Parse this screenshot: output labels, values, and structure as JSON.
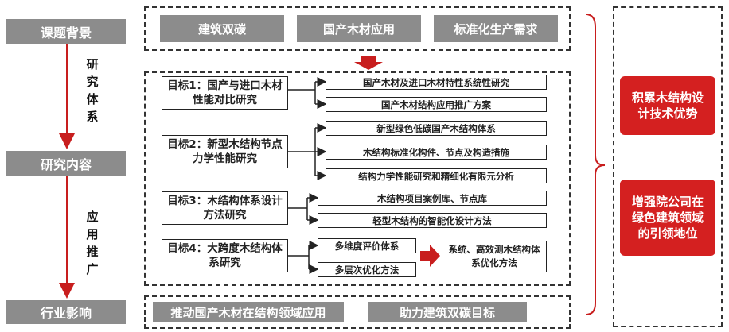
{
  "stages": {
    "background": "课题背景",
    "content": "研究内容",
    "impact": "行业影响"
  },
  "vertical_labels": {
    "system": "研究体系",
    "application": "应用推广"
  },
  "background_items": [
    "建筑双碳",
    "国产木材应用",
    "标准化生产需求"
  ],
  "goals": [
    {
      "title": "目标1：国产与进口木材性能对比研究",
      "tasks": [
        "国产木材及进口木材特性系统性研究",
        "国产木材结构应用推广方案"
      ]
    },
    {
      "title": "目标2：新型木结构节点力学性能研究",
      "tasks": [
        "新型绿色低碳国产木结构体系",
        "木结构标准化构件、节点及构造措施",
        "结构力学性能研究和精细化有限元分析"
      ]
    },
    {
      "title": "目标3：木结构体系设计方法研究",
      "tasks": [
        "木结构项目案例库、节点库",
        "轻型木结构的智能化设计方法"
      ]
    },
    {
      "title": "目标4：大跨度木结构体系研究",
      "tasks": [
        "多维度评价体系",
        "多层次优化方法"
      ],
      "result": "系统、高效测木结构体系优化方法"
    }
  ],
  "impact_items": [
    "推动国产木材在结构领域应用",
    "助力建筑双碳目标"
  ],
  "outcomes": [
    "积累木结构设计技术优势",
    "增强院公司在绿色建筑领域的引领地位"
  ],
  "colors": {
    "gray": "#8c8c8c",
    "red": "#d42020"
  }
}
